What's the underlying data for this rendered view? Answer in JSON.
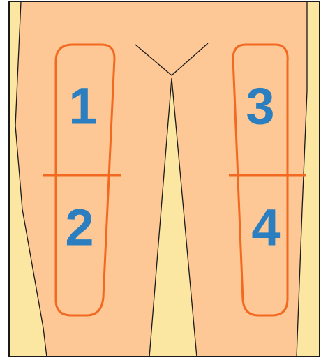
{
  "diagram": {
    "zones": [
      {
        "label": "1",
        "leg": "left",
        "part": "upper"
      },
      {
        "label": "2",
        "leg": "left",
        "part": "lower"
      },
      {
        "label": "3",
        "leg": "right",
        "part": "upper"
      },
      {
        "label": "4",
        "leg": "right",
        "part": "lower"
      }
    ],
    "colors": {
      "background": "#fbe6a2",
      "skin": "#fdc896",
      "outline": "#1a1a1a",
      "zone_border": "#f26a22",
      "number": "#2b7fc0"
    }
  }
}
